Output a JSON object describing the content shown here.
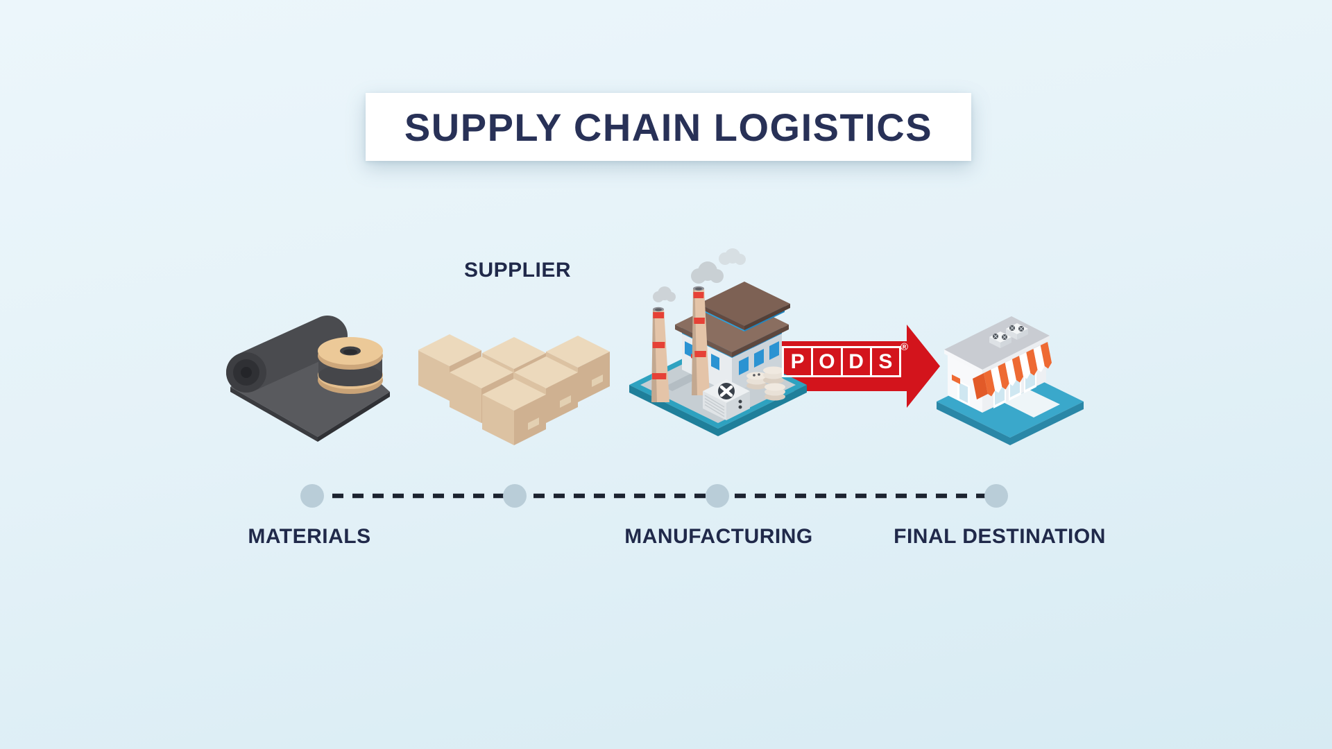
{
  "title": {
    "text": "SUPPLY CHAIN LOGISTICS"
  },
  "stages": [
    {
      "id": "materials",
      "label": "MATERIALS",
      "icon": "fabric-roll-and-spool",
      "label_position": "below-timeline"
    },
    {
      "id": "supplier",
      "label": "SUPPLIER",
      "icon": "cardboard-boxes",
      "label_position": "above-illustration"
    },
    {
      "id": "manufacturing",
      "label": "MANUFACTURING",
      "icon": "factory",
      "label_position": "below-timeline"
    },
    {
      "id": "final-destination",
      "label": "FINAL DESTINATION",
      "icon": "retail-store",
      "label_position": "below-timeline"
    }
  ],
  "shipment_arrow": {
    "brand": "PODS",
    "letters": [
      "P",
      "O",
      "D",
      "S"
    ],
    "registered_mark": "®",
    "direction": "right"
  },
  "timeline": {
    "dot_count": 4,
    "style": "dashed"
  },
  "colors": {
    "background": "#e5f2f8",
    "banner_bg": "#ffffff",
    "title_text": "#283157",
    "label_text": "#20294a",
    "arrow_red": "#d3141c",
    "timeline_dash": "#1c2330",
    "timeline_dot": "#b9cdd8",
    "platform_teal": "#2ea2c0",
    "awning_orange": "#ee6a33",
    "box_cardboard": "#ecd9bc",
    "roof_brown": "#8a6e60",
    "window_blue": "#2b93d2"
  }
}
